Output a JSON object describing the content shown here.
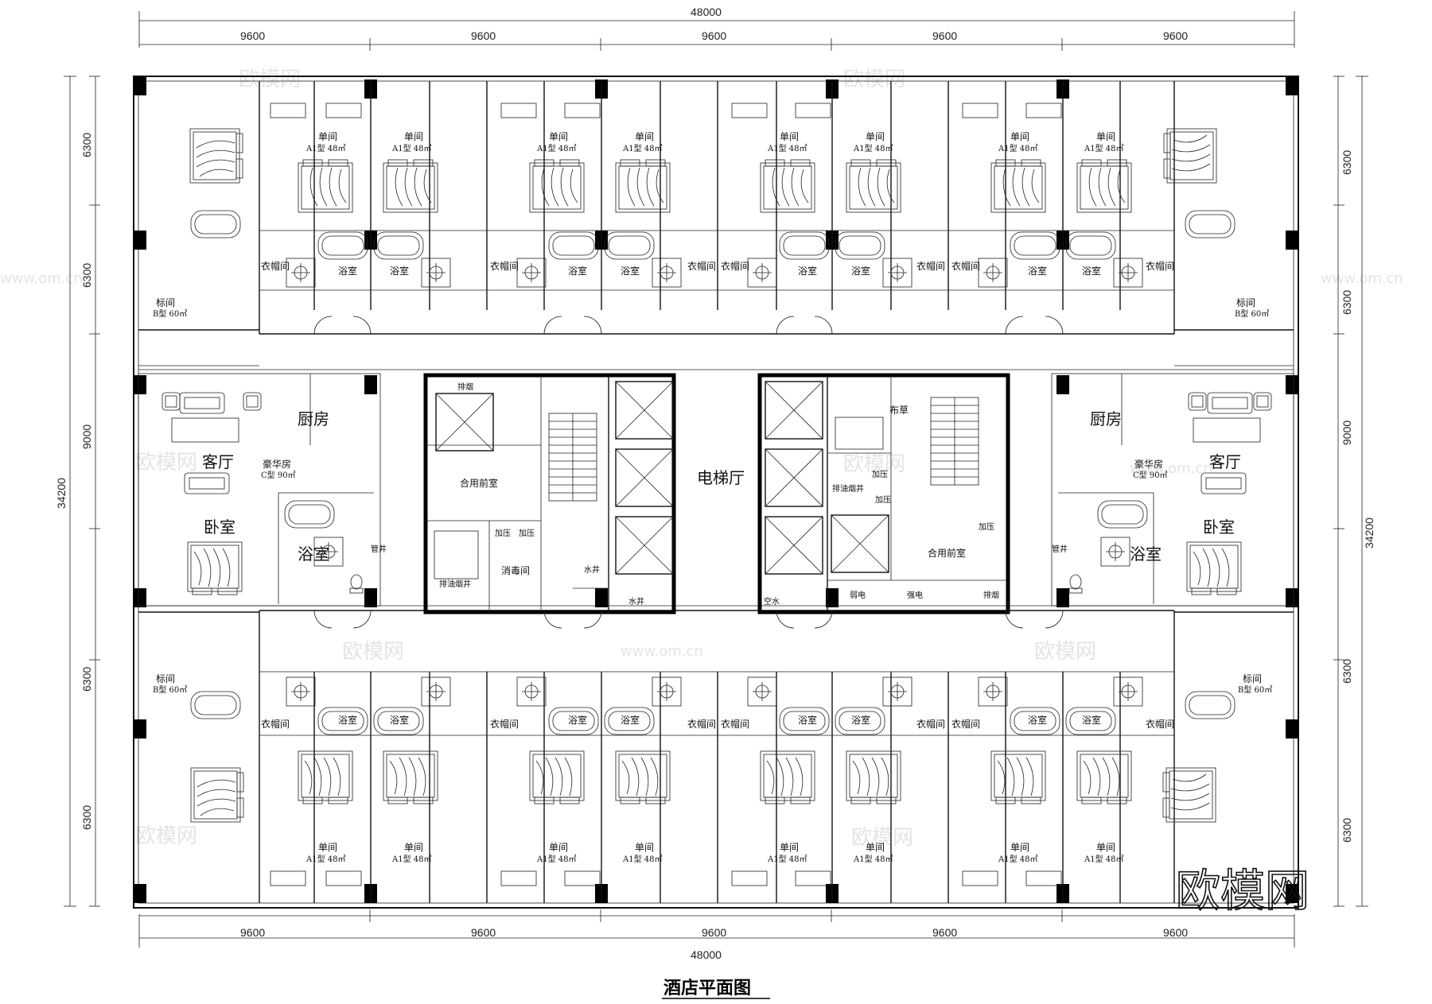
{
  "title": "酒店平面图",
  "watermark": "欧模网",
  "watermark_url": "www.om.cn",
  "dimensions": {
    "overall_width": "48000",
    "bay_width": "9600",
    "overall_depth": "34200",
    "row_depths": [
      "6300",
      "6300",
      "9000",
      "6300",
      "6300"
    ]
  },
  "rooms": {
    "single": {
      "name": "单间",
      "type": "A1型 48㎡"
    },
    "standard": {
      "name": "标间",
      "type": "B型 60㎡"
    },
    "suite": {
      "name": "豪华房",
      "type": "C型 90㎡"
    },
    "bathroom": "浴室",
    "wardrobe": "衣帽间",
    "living": "客厅",
    "bedroom": "卧室",
    "kitchen": "厨房",
    "pipe_shaft": "管井"
  },
  "core": {
    "left": {
      "smoke_exhaust": "排烟",
      "shared_lobby": "合用前室",
      "pressurize_1": "加压",
      "pressurize_2": "加压",
      "oil_smoke_shaft": "排油烟井",
      "disinfection": "消毒间",
      "water_shaft_1": "水井",
      "water_shaft_2": "水井"
    },
    "elevator_hall": "电梯厅",
    "right": {
      "linen": "布草",
      "pressurize_1": "加压",
      "pressurize_2": "加压",
      "pressurize_3": "加压",
      "oil_smoke_shaft": "排油烟井",
      "shared_lobby": "合用前室",
      "air_water": "空水",
      "weak_current": "弱电",
      "strong_current": "强电",
      "smoke_control": "排烟"
    }
  }
}
